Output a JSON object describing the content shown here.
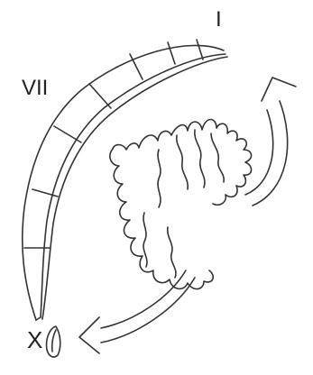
{
  "labels": {
    "top_numeral": "I",
    "middle_numeral": "VII",
    "bottom_numeral": "X"
  },
  "colors": {
    "line": "#333333",
    "background": "#ffffff"
  }
}
